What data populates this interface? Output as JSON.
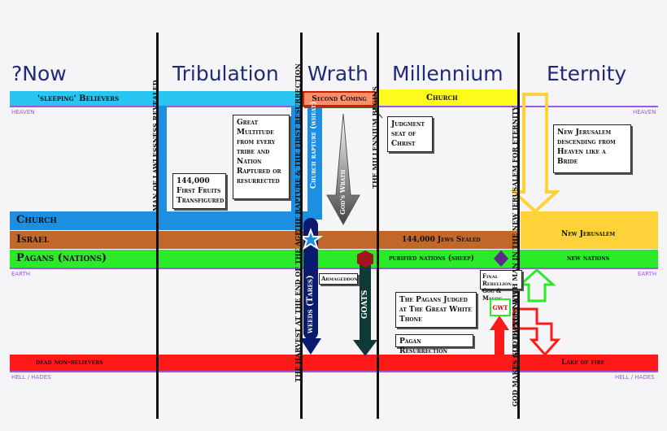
{
  "eras": {
    "now": "?Now",
    "tribulation": "Tribulation",
    "wrath": "Wrath",
    "millennium": "Millennium",
    "eternity": "Eternity"
  },
  "realm_labels": {
    "heaven_left": "HEAVEN",
    "heaven_right": "HEAVEN",
    "earth_left": "EARTH",
    "earth_right": "EARTH",
    "hell_left": "HELL / HADES",
    "hell_right": "HELL / HADES"
  },
  "bands": {
    "sleeping_believers": "'sleeping' Believers",
    "church_top": "Church",
    "church": "Church",
    "israel": "Israel",
    "pagans": "Pagans (nations)",
    "jews_sealed": "144,000 Jews Sealed",
    "purified_nations": "purified nations (sheep)",
    "new_nations": "new nations",
    "new_jerusalem": "New Jerusalem",
    "dead": "dead non-believers",
    "lake_of_fire": "Lake of fire"
  },
  "boxes": {
    "second_coming": "Second Coming",
    "judgment_seat": "Judgment seat of Christ",
    "great_multitude": "Great Multitude from every tribe and Nation Raptured or resurrected",
    "first_fruits": "144,000 First Fruits Transfigured",
    "new_jerusalem_desc": "New Jerusalem descending from Heaven like a Bride",
    "armageddon": "Armageddon",
    "final_rebellion": "Final Rebellion Gog & Magog",
    "pagans_judged": "The Pagans Judged at The Great White Thone",
    "pagan_resurrection": "Pagan Resurrection",
    "gwt": "GWT"
  },
  "vertical_texts": {
    "man_of_lawlessness": "MAN OF LAWLESSNESS REVEALED",
    "first_resurrection": "THE RAPTURE & THE FIRST RESURRECTION",
    "harvest": "THE HARVEST AT THE END OF THE AGE",
    "millennium_begins": "THE MILLENNIUM BEGINS",
    "god_dwells": "GOD DWELLS WITH MAN IN THE NEW JERUSALEM FOR ETERNITY",
    "god_makes_new": "GOD MAKES ALL THINGS NEW",
    "church_rapture": "Church rapture (wheat)",
    "weeds": "weeds (Tares)",
    "goats": "GOATS",
    "gods_wrath": "God's Wrath"
  },
  "colors": {
    "heaven_band": "#29c4ef",
    "church_blue": "#1e8fe0",
    "israel_brown": "#c1672a",
    "pagans_green": "#2aea2a",
    "yellow": "#ffd23a",
    "church_yellow": "#fffb1f",
    "red": "#ff1a1a",
    "navy": "#0a1a6e",
    "dark_teal": "#0f3a36",
    "era_text": "#1f2a7a",
    "realm_purple": "#9b59e8"
  }
}
